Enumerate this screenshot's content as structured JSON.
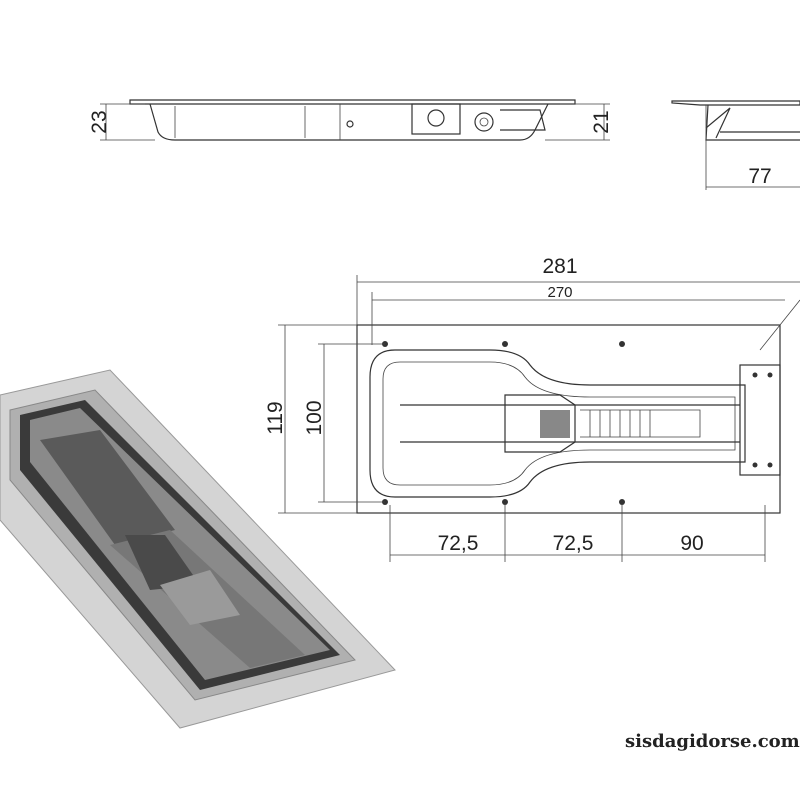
{
  "side_view": {
    "height_left": "23",
    "height_right": "21"
  },
  "end_view": {
    "width": "77"
  },
  "plan_view": {
    "overall_length": "281",
    "hole_spacing_length": "270",
    "overall_width": "119",
    "hole_spacing_width": "100",
    "spacings": [
      "72,5",
      "72,5",
      "90"
    ]
  },
  "watermark": "sisdagidorse.com",
  "colors": {
    "line": "#333333",
    "metal": "#c8c8c8",
    "handle": "#6e6e6e"
  }
}
